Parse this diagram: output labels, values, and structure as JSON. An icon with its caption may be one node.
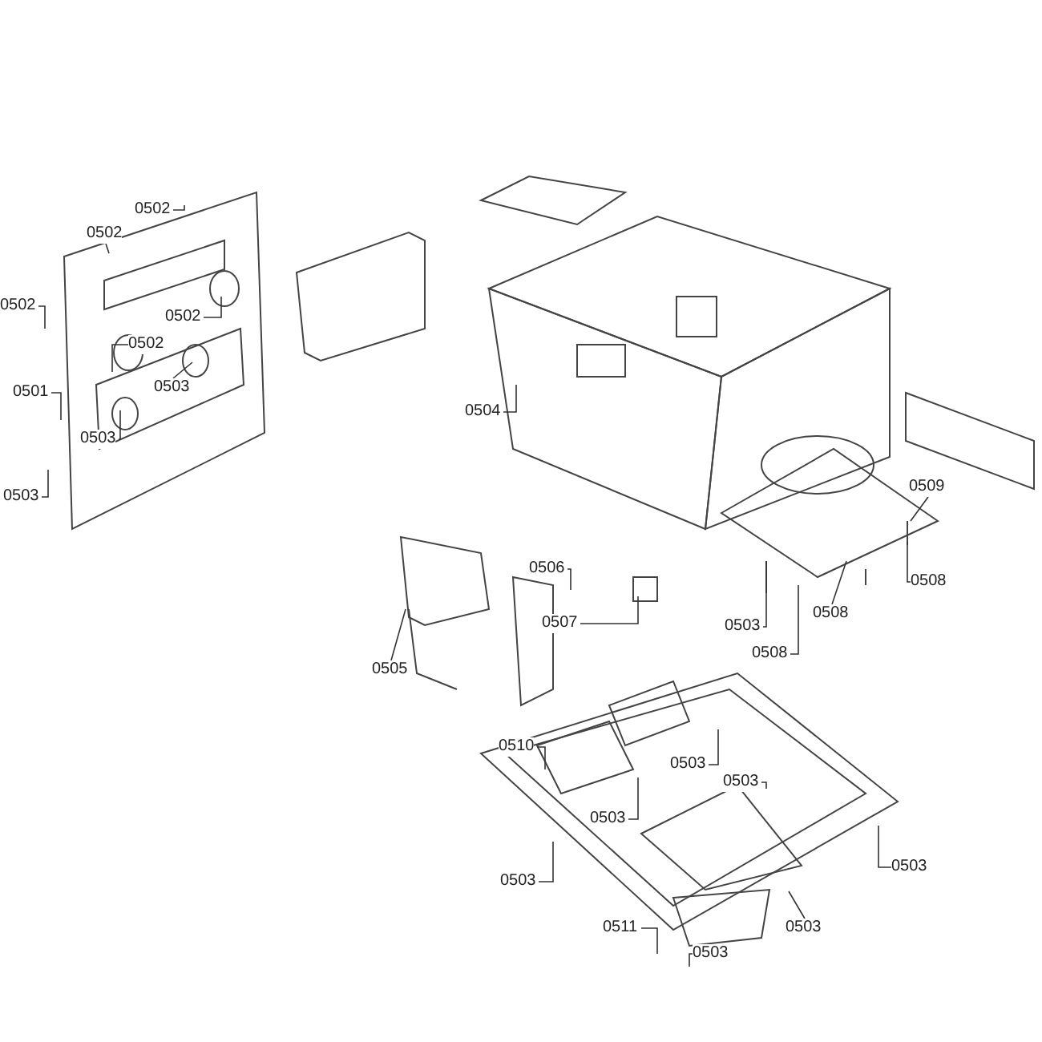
{
  "diagram": {
    "nodes": [
      {
        "text": [
          "0502"
        ]
      },
      {
        "text": [
          "0502"
        ]
      },
      {
        "text": [
          "0502"
        ]
      },
      {
        "text": [
          "0502"
        ]
      },
      {
        "text": [
          "0502"
        ]
      },
      {
        "text": [
          "0503"
        ]
      },
      {
        "text": [
          "0501"
        ]
      },
      {
        "text": [
          "0503"
        ]
      },
      {
        "text": [
          "0503"
        ]
      },
      {
        "text": [
          "0504"
        ]
      },
      {
        "text": [
          "0509"
        ]
      },
      {
        "text": [
          "0506"
        ]
      },
      {
        "text": [
          "0508"
        ]
      },
      {
        "text": [
          "0507"
        ]
      },
      {
        "text": [
          "0508"
        ]
      },
      {
        "text": [
          "0503"
        ]
      },
      {
        "text": [
          "0508"
        ]
      },
      {
        "text": [
          "0505"
        ]
      },
      {
        "text": [
          "0510"
        ]
      },
      {
        "text": [
          "0503"
        ]
      },
      {
        "text": [
          "0503"
        ]
      },
      {
        "text": [
          "0503"
        ]
      },
      {
        "text": [
          "0503"
        ]
      },
      {
        "text": [
          "0503"
        ]
      },
      {
        "text": [
          "0503"
        ]
      },
      {
        "text": [
          "0511"
        ]
      },
      {
        "text": [
          "0503"
        ]
      }
    ],
    "edges": [
      {
        "from": 0,
        "to": null,
        "arrow": "none"
      },
      {
        "from": 1,
        "to": null,
        "arrow": "none"
      },
      {
        "from": 2,
        "to": null,
        "arrow": "none"
      },
      {
        "from": 3,
        "to": null,
        "arrow": "none"
      },
      {
        "from": 4,
        "to": null,
        "arrow": "none"
      },
      {
        "from": 5,
        "to": null,
        "arrow": "none"
      },
      {
        "from": 6,
        "to": null,
        "arrow": "none"
      },
      {
        "from": 7,
        "to": null,
        "arrow": "none"
      },
      {
        "from": 8,
        "to": null,
        "arrow": "none"
      },
      {
        "from": 9,
        "to": null,
        "arrow": "none"
      },
      {
        "from": 10,
        "to": null,
        "arrow": "none"
      },
      {
        "from": 11,
        "to": null,
        "arrow": "none"
      },
      {
        "from": 12,
        "to": null,
        "arrow": "none"
      },
      {
        "from": 13,
        "to": null,
        "arrow": "none"
      },
      {
        "from": 14,
        "to": null,
        "arrow": "none"
      },
      {
        "from": 15,
        "to": null,
        "arrow": "none"
      },
      {
        "from": 16,
        "to": null,
        "arrow": "none"
      },
      {
        "from": 17,
        "to": null,
        "arrow": "none"
      },
      {
        "from": 18,
        "to": null,
        "arrow": "none"
      },
      {
        "from": 19,
        "to": null,
        "arrow": "none"
      },
      {
        "from": 20,
        "to": null,
        "arrow": "none"
      },
      {
        "from": 21,
        "to": null,
        "arrow": "none"
      },
      {
        "from": 22,
        "to": null,
        "arrow": "none"
      },
      {
        "from": 23,
        "to": null,
        "arrow": "none"
      },
      {
        "from": 24,
        "to": null,
        "arrow": "none"
      },
      {
        "from": 25,
        "to": null,
        "arrow": "none"
      },
      {
        "from": 26,
        "to": null,
        "arrow": "none"
      }
    ]
  }
}
